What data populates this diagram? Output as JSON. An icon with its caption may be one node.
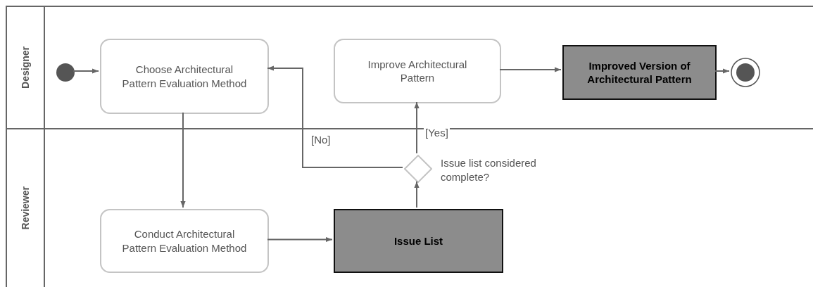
{
  "diagram": {
    "nodes": [
      {
        "text": [
          "Designer"
        ]
      },
      {
        "text": [
          "Reviewer"
        ]
      },
      {
        "text": [],
        "shape": "circle",
        "in": 0
      },
      {
        "text": [
          "Choose Architectural Pattern Evaluation Method"
        ],
        "in": 0
      },
      {
        "text": [
          "Improve Architectural Pattern"
        ],
        "in": 0
      },
      {
        "text": [
          "Improved Version of Architectural Pattern"
        ],
        "in": 0
      },
      {
        "text": [],
        "shape": "circle",
        "in": 0
      },
      {
        "text": [
          "Conduct Architectural Pattern Evaluation Method"
        ],
        "in": 1
      },
      {
        "text": [
          "Issue List"
        ],
        "in": 1
      },
      {
        "text": [],
        "shape": "diamond",
        "in": 1,
        "beside": [
          "Issue list considered complete?"
        ]
      }
    ],
    "edges": [
      {
        "from": 2,
        "to": 3,
        "arrow": "to"
      },
      {
        "from": 3,
        "to": 7,
        "arrow": "to"
      },
      {
        "from": 7,
        "to": 8,
        "arrow": "to"
      },
      {
        "from": 8,
        "to": 9,
        "arrow": "to"
      },
      {
        "from": 9,
        "to": 4,
        "arrow": "to",
        "label": "[Yes]"
      },
      {
        "from": 9,
        "to": 3,
        "arrow": "to",
        "label": "[No]"
      },
      {
        "from": 4,
        "to": 5,
        "arrow": "to"
      },
      {
        "from": 5,
        "to": 6,
        "arrow": "to"
      }
    ]
  }
}
